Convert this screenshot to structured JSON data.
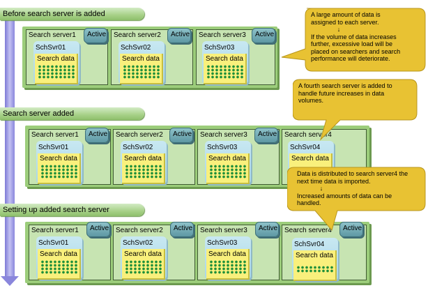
{
  "steps": [
    "Before search server is added",
    "Search server added",
    "Setting up added search server"
  ],
  "active_label": "Active",
  "data_label": "Search data",
  "servers": [
    {
      "title": "Search server1",
      "id": "SchSvr01"
    },
    {
      "title": "Search server2",
      "id": "SchSvr02"
    },
    {
      "title": "Search server3",
      "id": "SchSvr03"
    },
    {
      "title": "Search server4",
      "id": "SchSvr04"
    }
  ],
  "callouts": {
    "one": {
      "line1": "A large amount of data is",
      "line2": "assigned to each server.",
      "arrow": "↓",
      "line3": "If the volume of data increases",
      "line4": "further, excessive load will be",
      "line5": "placed on searchers and search",
      "line6": "performance will deteriorate."
    },
    "two": {
      "line1": "A fourth search server is added to",
      "line2": "handle future increases in data",
      "line3": "volumes."
    },
    "three": {
      "line1": "Data is distributed to search server4 the",
      "line2": "next time data is imported.",
      "arrow": "↓",
      "line3": "Increased amounts of data can be",
      "line4": "handled."
    }
  },
  "colors": {
    "step_bar": "#a6d087",
    "group_bg": "#9ccd7b",
    "server_bg": "#c7e4b2",
    "active_badge": "#6fa8b2",
    "schsvr_box": "#b8def0",
    "data_box": "#f9f07c",
    "data_dots": "#1f8f3a",
    "callout": "#e8c233",
    "flow_arrow": "#8a86dc"
  }
}
